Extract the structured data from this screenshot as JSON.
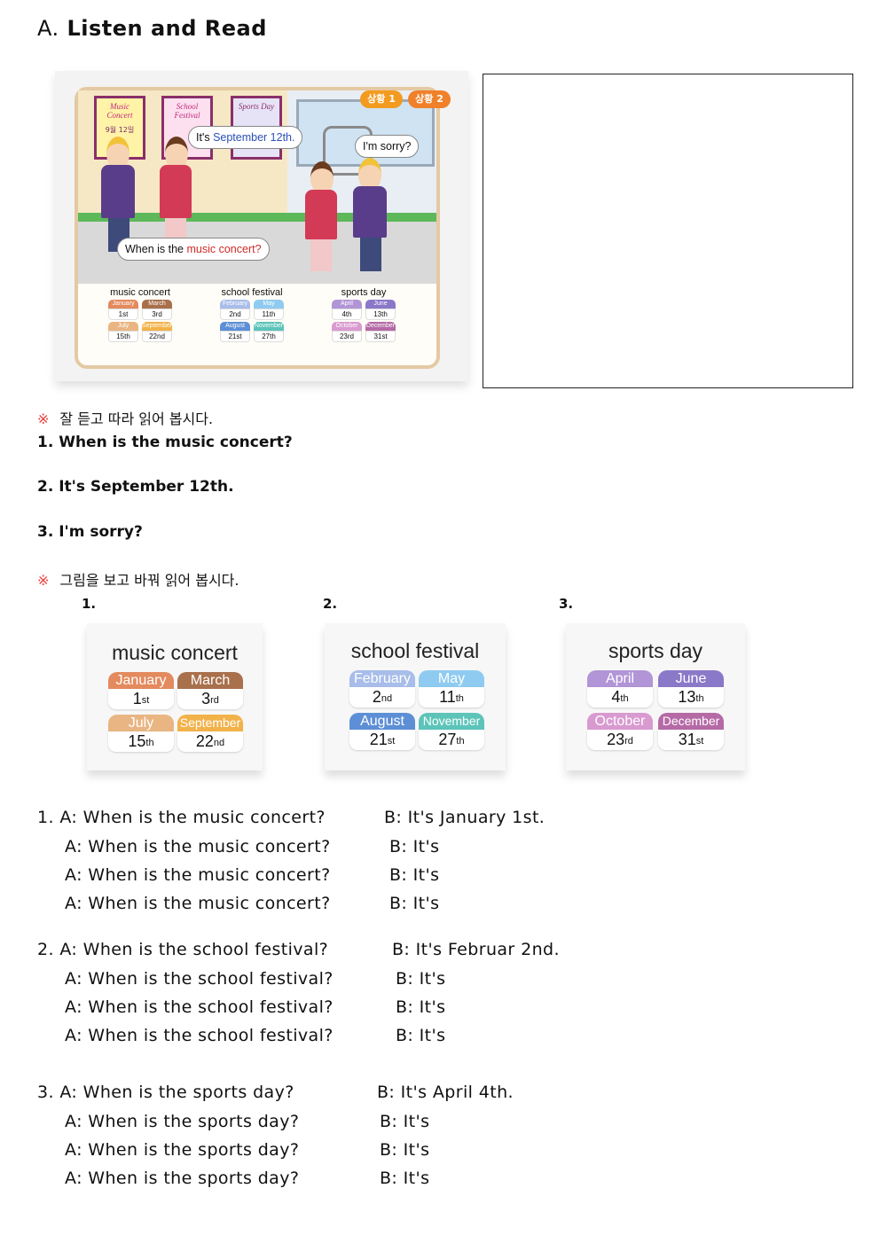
{
  "title": {
    "letter": "A.",
    "text": "Listen and Read"
  },
  "illustration": {
    "posters": [
      "Music Concert",
      "School Festival",
      "Sports Day"
    ],
    "poster_date": "9월 12일",
    "badges": [
      "상황 1",
      "상황 2"
    ],
    "bubble_september": {
      "prefix": "It's ",
      "highlight": "September 12th."
    },
    "bubble_sorry": "I'm sorry?",
    "bubble_when": {
      "prefix": "When is the ",
      "highlight": "music concert?"
    },
    "tables": [
      {
        "title": "music concert",
        "cells": [
          [
            "January",
            "1st"
          ],
          [
            "March",
            "3rd"
          ],
          [
            "July",
            "15th"
          ],
          [
            "September",
            "22nd"
          ]
        ]
      },
      {
        "title": "school festival",
        "cells": [
          [
            "February",
            "2nd"
          ],
          [
            "May",
            "11th"
          ],
          [
            "August",
            "21st"
          ],
          [
            "November",
            "27th"
          ]
        ]
      },
      {
        "title": "sports day",
        "cells": [
          [
            "April",
            "4th"
          ],
          [
            "June",
            "13th"
          ],
          [
            "October",
            "23rd"
          ],
          [
            "December",
            "31st"
          ]
        ]
      }
    ]
  },
  "instructions": {
    "mark": "※",
    "listen": "잘 듣고 따라 읽어 봅시다.",
    "look": "그림을 보고 바꿔 읽어 봅시다."
  },
  "lines": [
    "1. When is the music concert?",
    "2. It's September 12th.",
    "3. I'm sorry?"
  ],
  "card_numbers": [
    "1.",
    "2.",
    "3."
  ],
  "cards": [
    {
      "title": "music concert",
      "cells": [
        {
          "month": "January",
          "day": "1",
          "suffix": "st",
          "color": "#e38a5e"
        },
        {
          "month": "March",
          "day": "3",
          "suffix": "rd",
          "color": "#a9704c"
        },
        {
          "month": "July",
          "day": "15",
          "suffix": "th",
          "color": "#e9b582"
        },
        {
          "month": "September",
          "day": "22",
          "suffix": "nd",
          "color": "#f2b24a"
        }
      ]
    },
    {
      "title": "school festival",
      "cells": [
        {
          "month": "February",
          "day": "2",
          "suffix": "nd",
          "color": "#a8bde9"
        },
        {
          "month": "May",
          "day": "11",
          "suffix": "th",
          "color": "#8fcbf0"
        },
        {
          "month": "August",
          "day": "21",
          "suffix": "st",
          "color": "#5d8fd6"
        },
        {
          "month": "November",
          "day": "27",
          "suffix": "th",
          "color": "#5cc4b9"
        }
      ]
    },
    {
      "title": "sports day",
      "cells": [
        {
          "month": "April",
          "day": "4",
          "suffix": "th",
          "color": "#b195d6"
        },
        {
          "month": "June",
          "day": "13",
          "suffix": "th",
          "color": "#8a78c8"
        },
        {
          "month": "October",
          "day": "23",
          "suffix": "rd",
          "color": "#d99ad0"
        },
        {
          "month": "December",
          "day": "31",
          "suffix": "st",
          "color": "#b56aa6"
        }
      ]
    }
  ],
  "dialogues": [
    {
      "rows": [
        {
          "a": "1. A: When is the music concert?",
          "b": "B: It's January 1st."
        },
        {
          "a": "A: When is the music concert?",
          "b": "B: It's"
        },
        {
          "a": "A: When is the music concert?",
          "b": "B: It's"
        },
        {
          "a": "A: When is the music concert?",
          "b": "B: It's"
        }
      ]
    },
    {
      "rows": [
        {
          "a": "2. A: When is the school festival?",
          "b": "B: It's Februar 2nd."
        },
        {
          "a": "A: When is the school festival?",
          "b": "B: It's"
        },
        {
          "a": "A: When is the school festival?",
          "b": "B: It's"
        },
        {
          "a": "A: When is the school festival?",
          "b": "B: It's"
        }
      ]
    },
    {
      "rows": [
        {
          "a": "3. A: When is the sports day?",
          "b": "B: It's April 4th."
        },
        {
          "a": "A: When is the sports day?",
          "b": "B: It's"
        },
        {
          "a": "A: When is the sports day?",
          "b": "B: It's"
        },
        {
          "a": "A: When is the sports day?",
          "b": "B: It's"
        }
      ]
    }
  ]
}
